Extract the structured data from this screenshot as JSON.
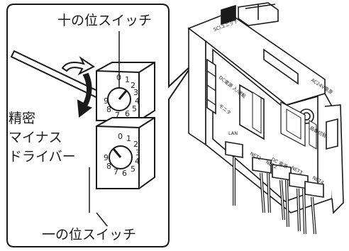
{
  "callout": {
    "tens_switch": "十の位スイッチ",
    "ones_switch": "一の位スイッチ",
    "tool_line1": "精密",
    "tool_line2": "マイナス",
    "tool_line3": "ドライバー"
  },
  "dial_top_digits": [
    "0",
    "1",
    "2",
    "3",
    "4",
    "5",
    "6",
    "7",
    "8",
    "9"
  ],
  "dial_bottom_digits": [
    "0",
    "1",
    "2",
    "3",
    "4",
    "5",
    "6",
    "7",
    "8",
    "9"
  ],
  "device": {
    "name_label": "SCIユニット",
    "power_label": "AC24V電源",
    "lan_label": "LAN",
    "net1": "NET1",
    "net2": "NET2",
    "net3": "NET3",
    "net4": "NET4",
    "dc_label": "DC 電源",
    "dial_label": "局番切替",
    "dc_line": "DC電源 入/運転",
    "led_label": "モニタ"
  },
  "colors": {
    "line": "#1a1a1a",
    "fill": "#ffffff"
  }
}
